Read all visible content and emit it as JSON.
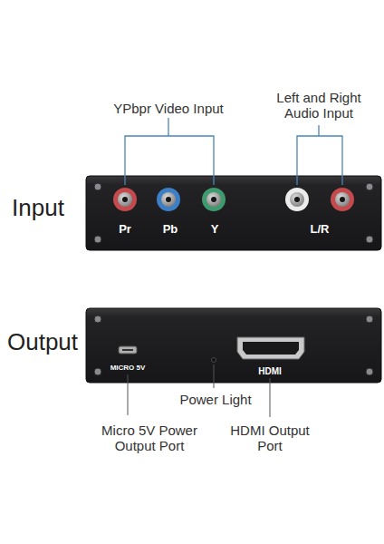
{
  "diagram": {
    "labels": [
      "YPbpr Video Input",
      "Left and Right Audio Input",
      "Input",
      "Pr",
      "Pb",
      "Y",
      "L/R",
      "Output",
      "MICRO 5V",
      "Power Light",
      "HDMI",
      "Micro 5V Power Output Port",
      "HDMI Output Port"
    ]
  }
}
